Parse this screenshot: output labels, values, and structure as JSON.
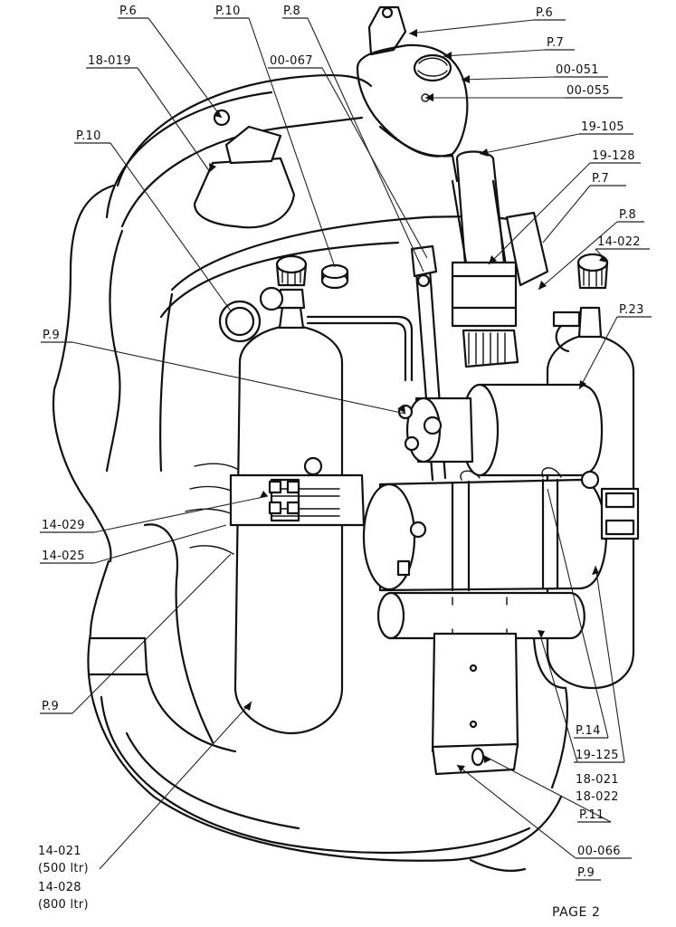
{
  "labels": {
    "p6_top_left": "P.6",
    "p10_top": "P.10",
    "p8_top": "P.8",
    "p6_top_right": "P.6",
    "p7_top_right": "P.7",
    "l18_019": "18-019",
    "l00_067": "00-067",
    "l00_051": "00-051",
    "l00_055": "00-055",
    "p10_left": "P.10",
    "l19_105": "19-105",
    "l19_128": "19-128",
    "p7_mid_right": "P.7",
    "p8_mid_right": "P.8",
    "l14_022": "14-022",
    "p23": "P.23",
    "p9_left_upper": "P.9",
    "l14_029": "14-029",
    "l14_025": "14-025",
    "p9_left_lower": "P.9",
    "p14": "P.14",
    "l19_125": "19-125",
    "l18_021": "18-021",
    "l18_022": "18-022",
    "p11": "P.11",
    "l00_066": "00-066",
    "p9_bottom_right": "P.9",
    "l14_021": "14-021",
    "l500": "(500 ltr)",
    "l14_028": "14-028",
    "l800": "(800 ltr)"
  },
  "footer": {
    "page": "PAGE 2"
  }
}
